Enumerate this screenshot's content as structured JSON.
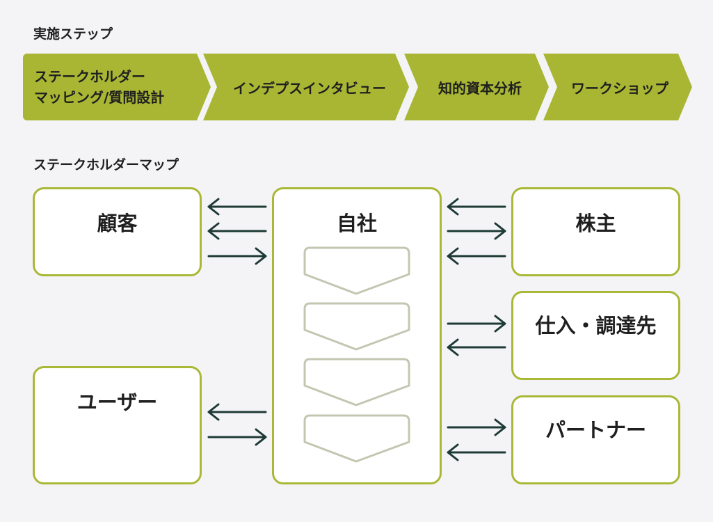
{
  "section_titles": {
    "steps": "実施ステップ",
    "map": "ステークホルダーマップ"
  },
  "steps": [
    {
      "line1": "ステークホルダー",
      "line2": "マッピング/質問設計"
    },
    {
      "label": "インデプスインタビュー"
    },
    {
      "label": "知的資本分析"
    },
    {
      "label": "ワークショップ"
    }
  ],
  "stakeholders": {
    "customer": "顧客",
    "user": "ユーザー",
    "self": "自社",
    "shareholder": "株主",
    "supplier": "仕入・調達先",
    "partner": "パートナー"
  },
  "colors": {
    "accent": "#a8b634",
    "box_border": "#a9b836",
    "arrow": "#1e3a34",
    "chevron": "#c4c6b2",
    "background": "#f4f4f6"
  }
}
